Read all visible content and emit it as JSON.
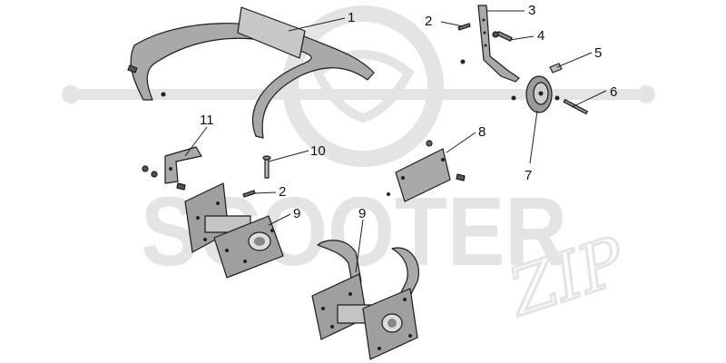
{
  "watermark": {
    "brand_main": "SCOOTER",
    "brand_script": "ZIP",
    "color": "#e4e4e4"
  },
  "diagram": {
    "part_color": "#a9a9a9",
    "line_color": "#1a1a1a",
    "callouts": [
      {
        "id": "c1",
        "label": "1"
      },
      {
        "id": "c2a",
        "label": "2"
      },
      {
        "id": "c3",
        "label": "3"
      },
      {
        "id": "c4",
        "label": "4"
      },
      {
        "id": "c5",
        "label": "5"
      },
      {
        "id": "c6",
        "label": "6"
      },
      {
        "id": "c7",
        "label": "7"
      },
      {
        "id": "c8",
        "label": "8"
      },
      {
        "id": "c9a",
        "label": "9"
      },
      {
        "id": "c9b",
        "label": "9"
      },
      {
        "id": "c10",
        "label": "10"
      },
      {
        "id": "c11",
        "label": "11"
      },
      {
        "id": "c2b",
        "label": "2"
      }
    ]
  }
}
